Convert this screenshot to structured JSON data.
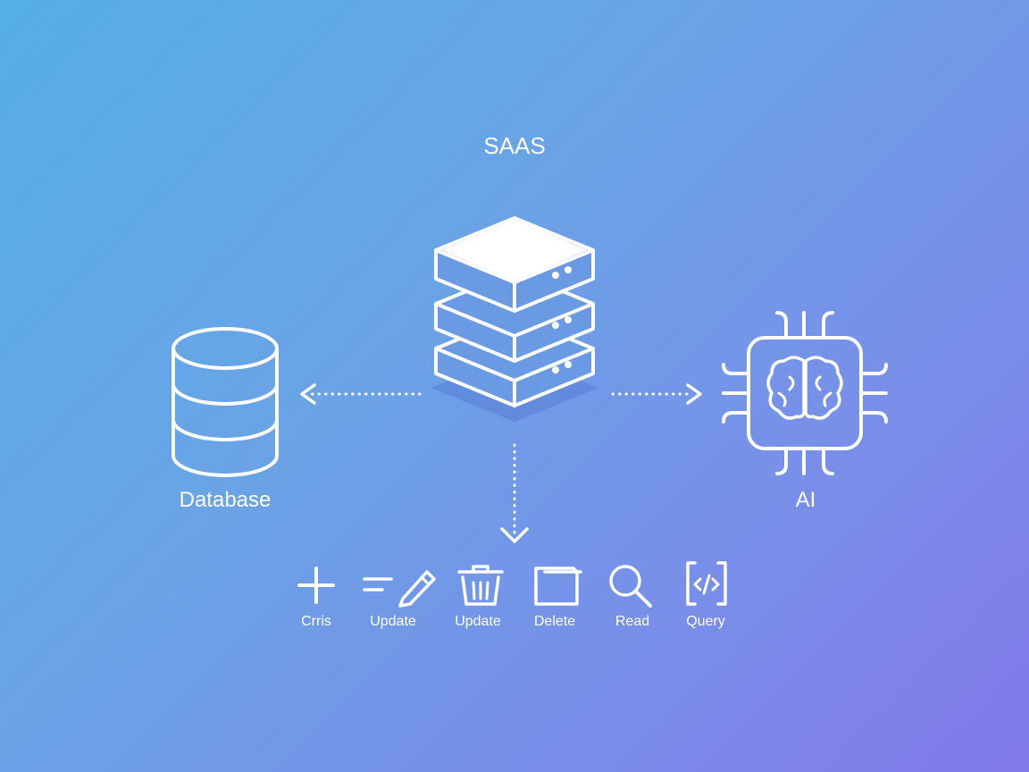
{
  "diagram": {
    "title": "SAAS",
    "nodes": {
      "database": {
        "label": "Database",
        "icon": "database-icon"
      },
      "ai": {
        "label": "AI",
        "icon": "ai-chip-brain-icon"
      },
      "saas": {
        "icon": "server-stack-icon"
      }
    },
    "operations": [
      {
        "label": "Crris",
        "icon": "plus-icon"
      },
      {
        "label": "Update",
        "icon": "edit-pencil-icon"
      },
      {
        "label": "Update",
        "icon": "trash-icon"
      },
      {
        "label": "Delete",
        "icon": "document-icon"
      },
      {
        "label": "Read",
        "icon": "search-icon"
      },
      {
        "label": "Query",
        "icon": "code-icon"
      }
    ],
    "colors": {
      "gradient_start": "#55aee6",
      "gradient_end": "#8278ea",
      "foreground": "#ffffff"
    }
  }
}
